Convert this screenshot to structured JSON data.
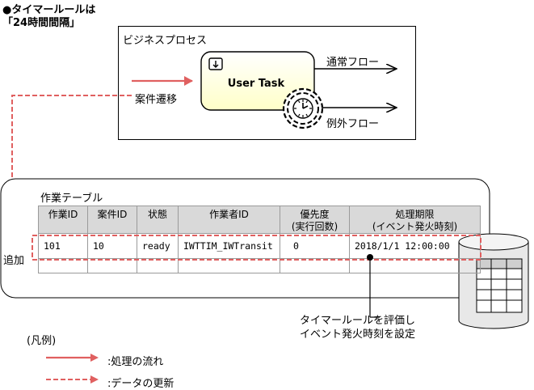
{
  "header": {
    "title": "●タイマールールは",
    "subtitle": "「24時間間隔」"
  },
  "business_process": {
    "label": "ビジネスプロセス",
    "task_label": "User Task",
    "normal_flow": "通常フロー",
    "exception_flow": "例外フロー",
    "case_transition": "案件遷移"
  },
  "work_table": {
    "title": "作業テーブル",
    "columns": [
      "作業ID",
      "案件ID",
      "状態",
      "作業者ID",
      "優先度\n(実行回数)",
      "処理期限\n(イベント発火時刻)"
    ],
    "columns_line1": [
      "作業ID",
      "案件ID",
      "状態",
      "作業者ID",
      "優先度",
      "処理期限"
    ],
    "columns_line2": [
      "",
      "",
      "",
      "",
      "(実行回数)",
      "(イベント発火時刻)"
    ],
    "row": [
      "101",
      "10",
      "ready",
      "IWTTIM_IWTransit",
      "0",
      "2018/1/1 12:00:00"
    ]
  },
  "add_label": "追加",
  "timer_note": [
    "タイマールールを評価し",
    "イベント発火時刻を設定"
  ],
  "legend": {
    "title": "(凡例)",
    "process_flow": ":処理の流れ",
    "data_update": ":データの更新"
  },
  "colors": {
    "accent_red": "#e06060",
    "task_fill": "#ffffcc",
    "header_fill": "#d9d9d9"
  }
}
